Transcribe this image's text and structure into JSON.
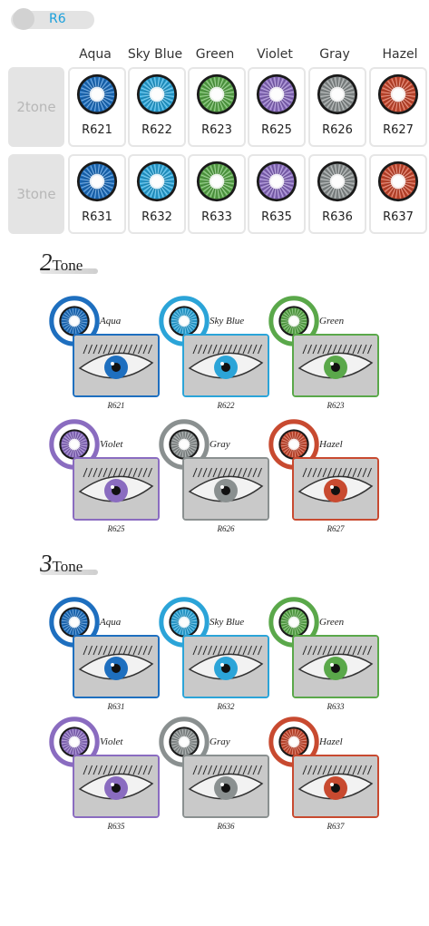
{
  "header": {
    "label": "R6"
  },
  "table": {
    "columns": [
      "Aqua",
      "Sky Blue",
      "Green",
      "Violet",
      "Gray",
      "Hazel"
    ],
    "rows": [
      {
        "label": "2tone",
        "codes": [
          "R621",
          "R622",
          "R623",
          "R625",
          "R626",
          "R627"
        ]
      },
      {
        "label": "3tone",
        "codes": [
          "R631",
          "R632",
          "R633",
          "R635",
          "R636",
          "R637"
        ]
      }
    ]
  },
  "colors": {
    "aqua": "#1e6fbf",
    "skyblue": "#2ba4d8",
    "green": "#5aa84a",
    "violet": "#8a6cc0",
    "gray": "#8a9090",
    "hazel": "#c84a30"
  },
  "sections": [
    {
      "title_big": "2",
      "title_small": "Tone",
      "items": [
        {
          "name": "Aqua",
          "code": "R621"
        },
        {
          "name": "Sky Blue",
          "code": "R622"
        },
        {
          "name": "Green",
          "code": "R623"
        },
        {
          "name": "Violet",
          "code": "R625"
        },
        {
          "name": "Gray",
          "code": "R626"
        },
        {
          "name": "Hazel",
          "code": "R627"
        }
      ]
    },
    {
      "title_big": "3",
      "title_small": "Tone",
      "items": [
        {
          "name": "Aqua",
          "code": "R631"
        },
        {
          "name": "Sky Blue",
          "code": "R632"
        },
        {
          "name": "Green",
          "code": "R633"
        },
        {
          "name": "Violet",
          "code": "R635"
        },
        {
          "name": "Gray",
          "code": "R636"
        },
        {
          "name": "Hazel",
          "code": "R637"
        }
      ]
    }
  ]
}
